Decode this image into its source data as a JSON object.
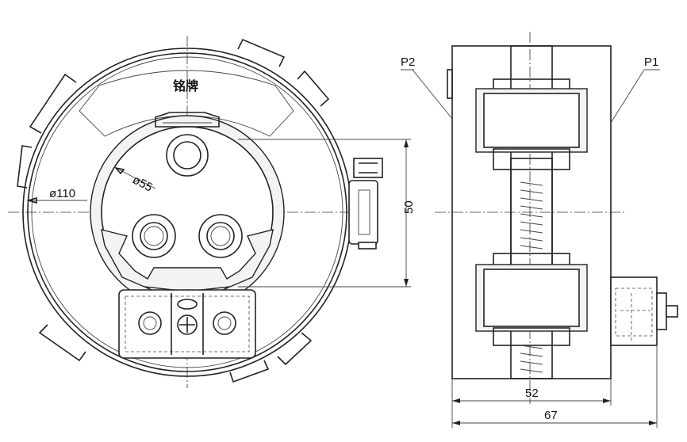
{
  "front_view": {
    "nameplate_label": "铭牌",
    "dim_inner_diameter": "ø55",
    "dim_outer_diameter": "ø110",
    "dim_height": "50"
  },
  "side_view": {
    "label_p2": "P2",
    "label_p1": "P1",
    "dim_width_inner": "52",
    "dim_width_overall": "67"
  }
}
